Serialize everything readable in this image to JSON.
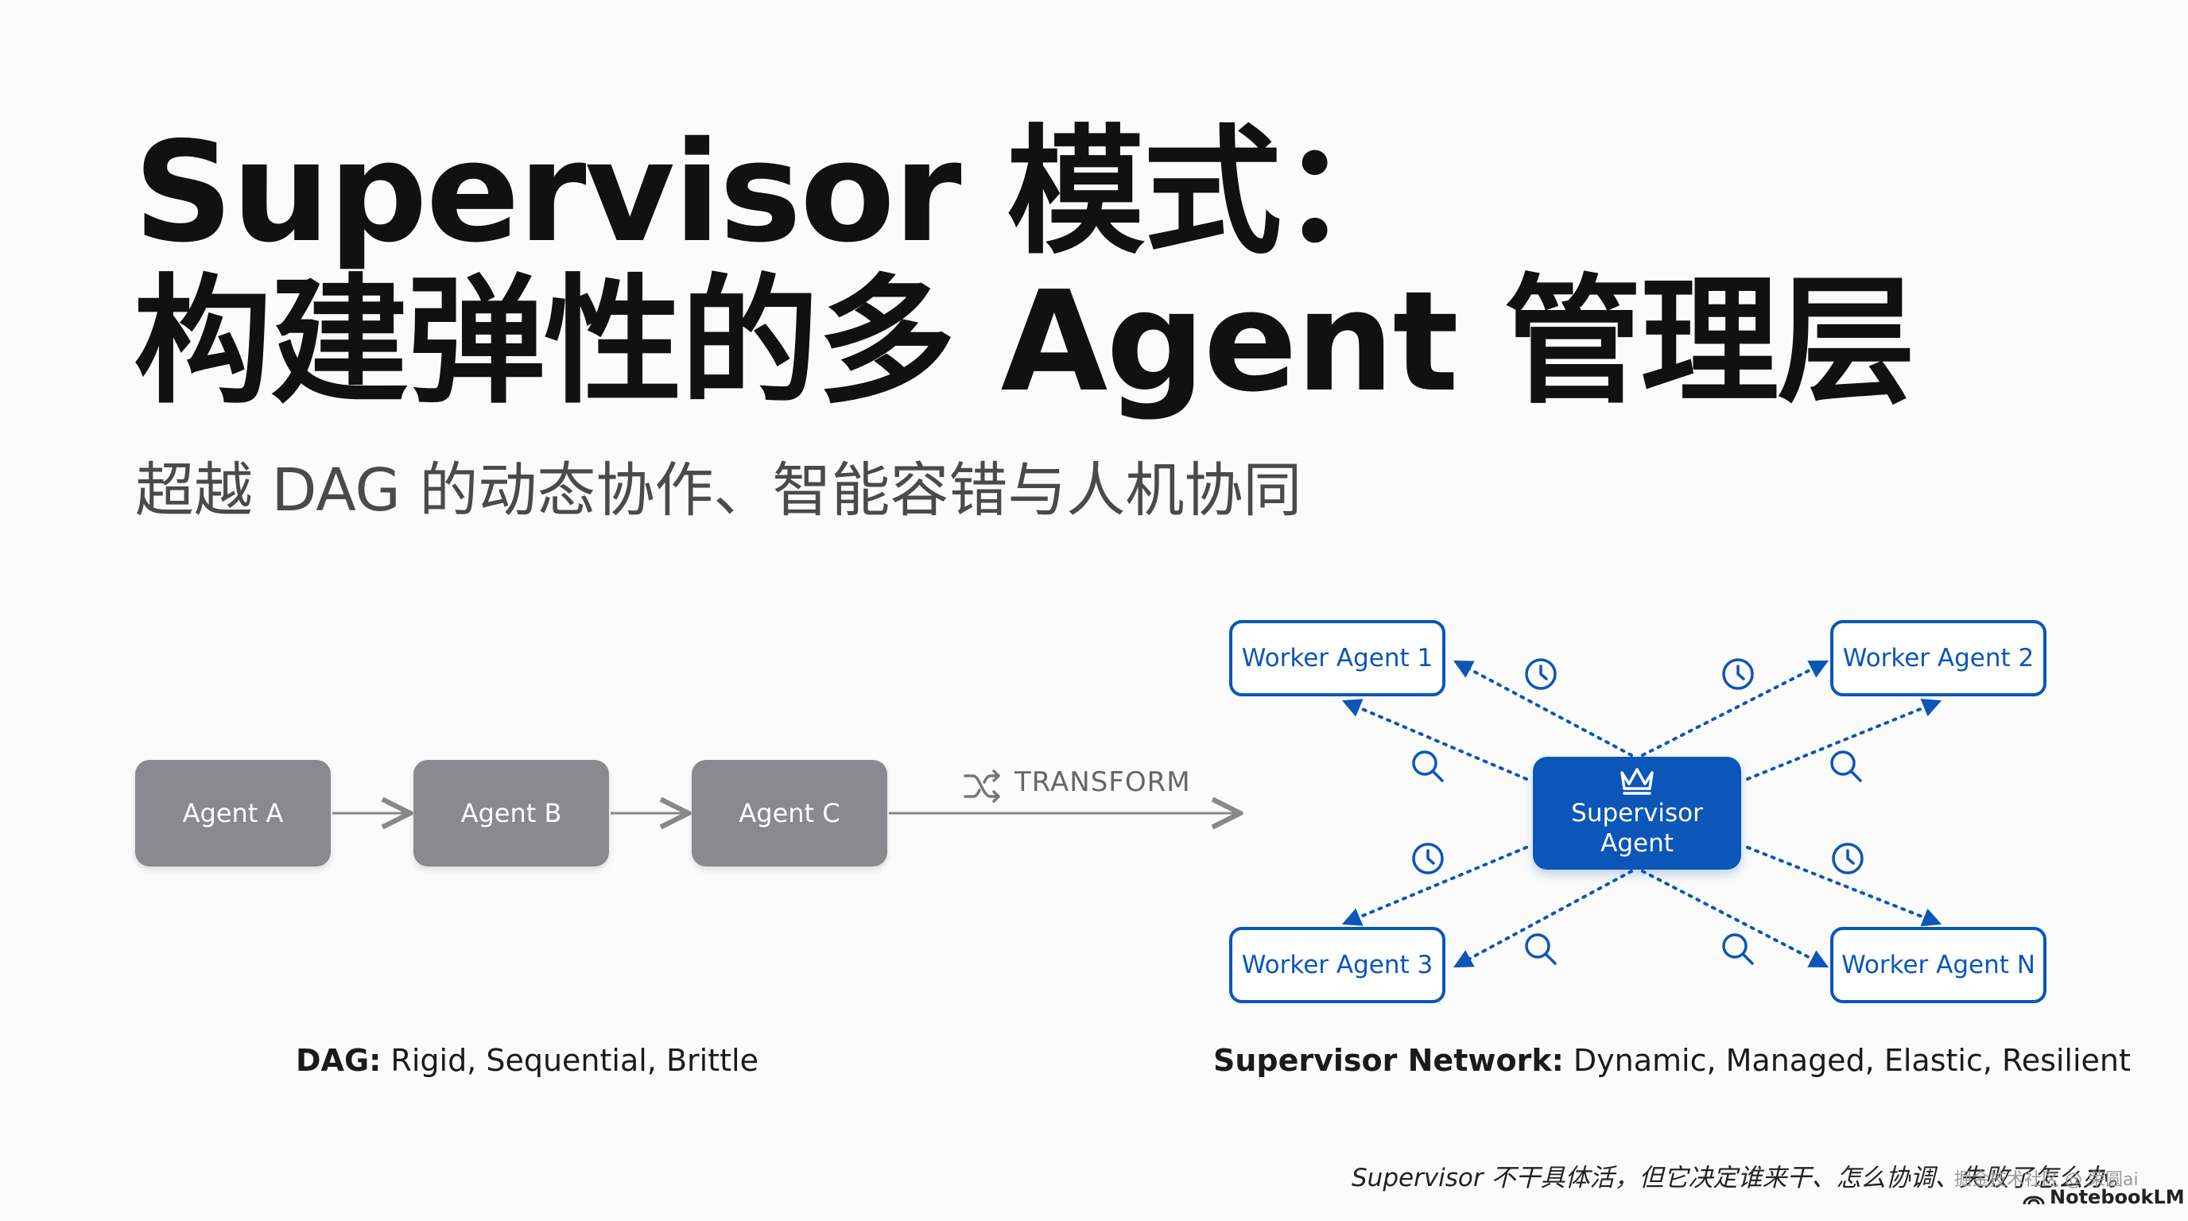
{
  "title": {
    "line1": "Supervisor 模式：",
    "line2": "构建弹性的多 Agent 管理层"
  },
  "subtitle": "超越 DAG 的动态协作、智能容错与人机协同",
  "dag": {
    "agents": [
      "Agent A",
      "Agent B",
      "Agent C"
    ],
    "caption_label": "DAG:",
    "caption_text": " Rigid, Sequential, Brittle"
  },
  "transform": {
    "label": "TRANSFORM",
    "icon": "shuffle-icon"
  },
  "supervisor_network": {
    "supervisor_line1": "Supervisor",
    "supervisor_line2": "Agent",
    "supervisor_icon": "crown-icon",
    "workers": [
      "Worker Agent 1",
      "Worker Agent 2",
      "Worker Agent 3",
      "Worker Agent N"
    ],
    "link_icons": [
      "clock-icon",
      "search-icon"
    ],
    "caption_label": "Supervisor Network:",
    "caption_text": " Dynamic, Managed, Elastic, Resilient"
  },
  "footer": {
    "quote": "Supervisor 不干具体活，但它决定谁来干、怎么协调、失败了怎么办。",
    "watermark": "掘金技术社区 @ 荣圆ai",
    "brand": "NotebookLM"
  },
  "colors": {
    "accent": "#0b56b8",
    "dag_box": "#8a8a8e",
    "title": "#111111",
    "subtitle": "#4a4a4a"
  }
}
